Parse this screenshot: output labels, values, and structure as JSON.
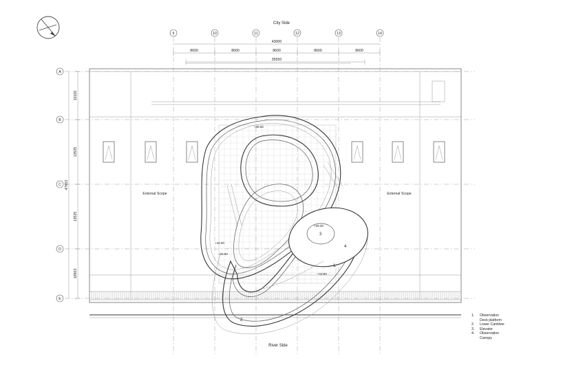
{
  "drawing": {
    "top_label": "City Side",
    "bottom_label": "River Side",
    "scope_left": "External Scope",
    "scope_right": "External Scope"
  },
  "column_grid": [
    "9",
    "10",
    "11",
    "12",
    "13",
    "14"
  ],
  "row_grid": [
    "A",
    "B",
    "C",
    "D",
    "E"
  ],
  "dimensions": {
    "total_top": "43000",
    "bays_top": [
      "8600",
      "8600",
      "8600",
      "8600",
      "8600"
    ],
    "inner_top": "35550",
    "total_side": "47653",
    "bays_side": [
      "10100",
      "13525",
      "13525",
      "10503"
    ]
  },
  "plan_numbers": [
    "1",
    "2",
    "3",
    "4"
  ],
  "level_tags": [
    "+36.50",
    "+16.00",
    "+26.80",
    "+29.30",
    "+18.80"
  ],
  "legend": [
    {
      "num": "1.",
      "text": "Observation Deck platform"
    },
    {
      "num": "2.",
      "text": "Lower Cantilver"
    },
    {
      "num": "3.",
      "text": "Elevator"
    },
    {
      "num": "4.",
      "text": "Observation Canopy"
    }
  ],
  "colors": {
    "line": "#555555",
    "grid": "#9a9a9a",
    "background": "#ffffff"
  }
}
